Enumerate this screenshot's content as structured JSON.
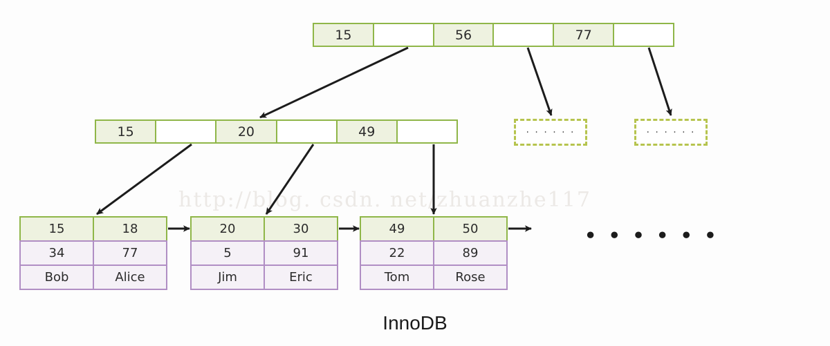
{
  "diagram": {
    "title": "InnoDB",
    "watermark": "http://blog. csdn. net/zhuanzhe117",
    "trailing_ellipsis": "• • • • • •",
    "colors": {
      "index_border": "#8fb648",
      "index_fill": "#eef2e0",
      "leaf_data_border": "#b08ec4",
      "leaf_data_fill": "#f5f1f7",
      "dashed_border": "#b6c44e",
      "arrow": "#1c1c1c",
      "watermark": "#ece9e6",
      "background": "#fdfdfd"
    }
  },
  "root_node": {
    "label": "root-index-node",
    "cells": [
      {
        "type": "key",
        "text": "15"
      },
      {
        "type": "ptr",
        "text": ""
      },
      {
        "type": "key",
        "text": "56"
      },
      {
        "type": "ptr",
        "text": ""
      },
      {
        "type": "key",
        "text": "77"
      },
      {
        "type": "ptr",
        "text": ""
      }
    ]
  },
  "level2_node": {
    "label": "level2-index-node",
    "cells": [
      {
        "type": "key",
        "text": "15"
      },
      {
        "type": "ptr",
        "text": ""
      },
      {
        "type": "key",
        "text": "20"
      },
      {
        "type": "ptr",
        "text": ""
      },
      {
        "type": "key",
        "text": "49"
      },
      {
        "type": "ptr",
        "text": ""
      }
    ]
  },
  "placeholder_nodes": [
    {
      "text": "· · · · · ·"
    },
    {
      "text": "· · · · · ·"
    }
  ],
  "leaf_nodes": [
    {
      "name": "leaf-node-1",
      "keys": [
        "15",
        "18"
      ],
      "values": [
        "34",
        "77"
      ],
      "names": [
        "Bob",
        "Alice"
      ]
    },
    {
      "name": "leaf-node-2",
      "keys": [
        "20",
        "30"
      ],
      "values": [
        "5",
        "91"
      ],
      "names": [
        "Jim",
        "Eric"
      ]
    },
    {
      "name": "leaf-node-3",
      "keys": [
        "49",
        "50"
      ],
      "values": [
        "22",
        "89"
      ],
      "names": [
        "Tom",
        "Rose"
      ]
    }
  ]
}
